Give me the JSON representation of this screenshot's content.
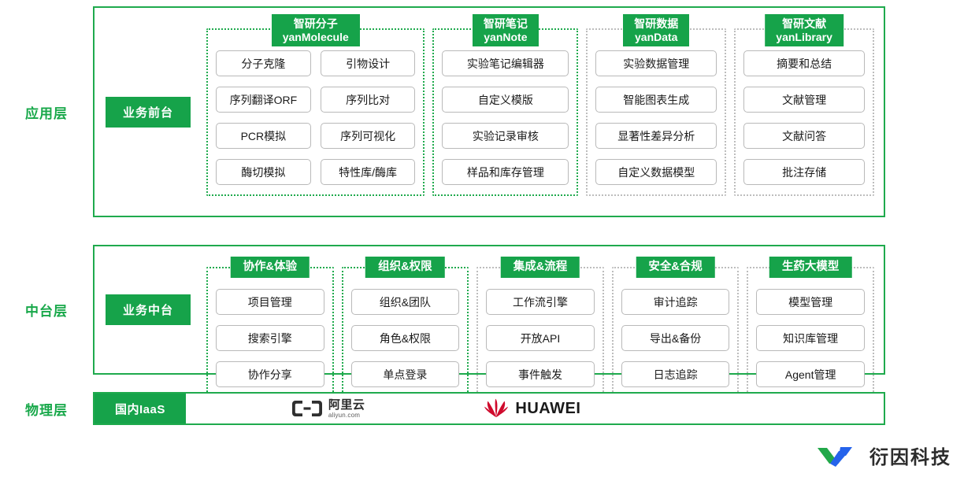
{
  "layers": [
    {
      "label": "应用层",
      "badge": "业务前台",
      "groups": [
        {
          "title_zh": "智研分子",
          "title_en": "yanMolecule",
          "edge": "green",
          "columns": 2,
          "items": [
            "分子克隆",
            "引物设计",
            "序列翻译ORF",
            "序列比对",
            "PCR模拟",
            "序列可视化",
            "酶切模拟",
            "特性库/酶库"
          ]
        },
        {
          "title_zh": "智研笔记",
          "title_en": "yanNote",
          "edge": "green",
          "columns": 1,
          "items": [
            "实验笔记编辑器",
            "自定义模版",
            "实验记录审核",
            "样品和库存管理"
          ]
        },
        {
          "title_zh": "智研数据",
          "title_en": "yanData",
          "edge": "gray",
          "columns": 1,
          "items": [
            "实验数据管理",
            "智能图表生成",
            "显著性差异分析",
            "自定义数据模型"
          ]
        },
        {
          "title_zh": "智研文献",
          "title_en": "yanLibrary",
          "edge": "gray",
          "columns": 1,
          "items": [
            "摘要和总结",
            "文献管理",
            "文献问答",
            "批注存储"
          ]
        }
      ]
    },
    {
      "label": "中台层",
      "badge": "业务中台",
      "groups": [
        {
          "title_zh": "协作&体验",
          "title_en": "",
          "edge": "green",
          "columns": 1,
          "items": [
            "项目管理",
            "搜索引擎",
            "协作分享"
          ]
        },
        {
          "title_zh": "组织&权限",
          "title_en": "",
          "edge": "green",
          "columns": 1,
          "items": [
            "组织&团队",
            "角色&权限",
            "单点登录"
          ]
        },
        {
          "title_zh": "集成&流程",
          "title_en": "",
          "edge": "gray",
          "columns": 1,
          "items": [
            "工作流引擎",
            "开放API",
            "事件触发"
          ]
        },
        {
          "title_zh": "安全&合规",
          "title_en": "",
          "edge": "gray",
          "columns": 1,
          "items": [
            "审计追踪",
            "导出&备份",
            "日志追踪"
          ]
        },
        {
          "title_zh": "生药大模型",
          "title_en": "",
          "edge": "gray",
          "columns": 1,
          "items": [
            "模型管理",
            "知识库管理",
            "Agent管理"
          ]
        }
      ]
    }
  ],
  "physical": {
    "label": "物理层",
    "badge": "国内IaaS",
    "logos": [
      {
        "name": "aliyun-logo",
        "zh": "阿里云",
        "en": "aliyun.com"
      },
      {
        "name": "huawei-logo",
        "text": "HUAWEI"
      }
    ]
  },
  "brand": {
    "text": "衍因科技",
    "mark_green": "#22a84a",
    "mark_blue": "#2563eb"
  },
  "colors": {
    "green": "#16a34a",
    "green_border": "#1faa4d",
    "gray_border": "#bdbdbd",
    "item_border": "#b9b9b9",
    "huawei_red": "#cf0a2c"
  }
}
